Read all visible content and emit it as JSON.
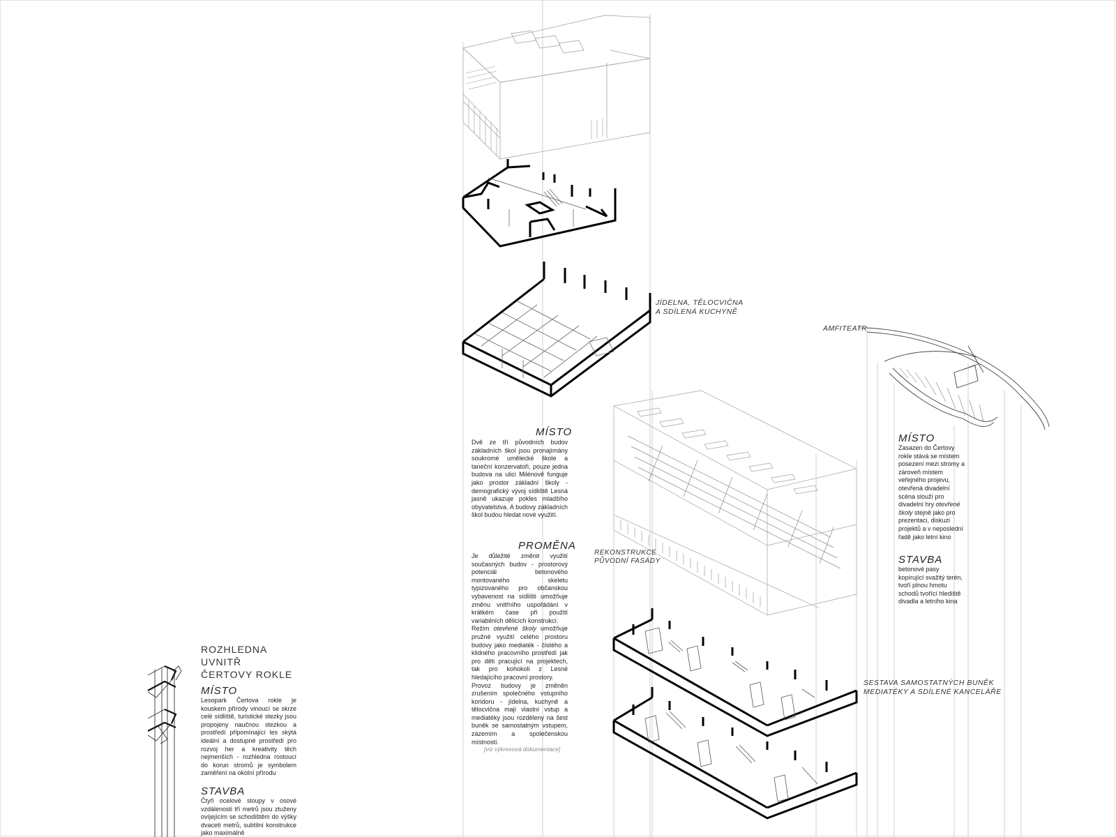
{
  "labels": {
    "jidelna": [
      "JÍDELNA, TĚLOCVIČNA",
      "A SDÍLENÁ KUCHYNĚ"
    ],
    "amfiteatr": "AMFITEATR",
    "rekonstrukce": [
      "REKONSTRUKCE",
      "PŮVODNÍ FASÁDY"
    ],
    "sestava": [
      "SESTAVA SAMOSTATNÝCH BUNĚK",
      "MEDIATÉKY A SDÍLENÉ KANCELÁŘE"
    ]
  },
  "school": {
    "misto_head": "MÍSTO",
    "misto_text": "Dvě ze tří původních budov základních škol jsou pronajímány soukromé umělecké škole a taneční konzervatoři, pouze jedna budova na ulici Milénově funguje jako prostor základní školy - demografický vývoj sídliště Lesná jasně ukazuje pokles mladšího obyvatelstva. A budovy základních škol budou hledat nové využití.",
    "promena_head": "PROMĚNA",
    "promena_p1": "Je důležité změnit využití současných budov - prostorový potenciál betonového montovaného skeletu typizovaného pro občanskou vybavenost na sídlišti umožňuje změnu vnitřního uspořádání v krátkém čase při použití variabilních dělicích konstrukcí.",
    "promena_p2_a": "Režim ",
    "promena_p2_em": "otevřené školy",
    "promena_p2_b": " umožňuje pružné využití celého prostoru budovy jako mediaték - čistého a klidného pracovního prostředí jak pro děti pracující na projektech, tak pro kohokoli z Lesné hledajícího pracovní prostory.",
    "promena_p3": "Provoz budovy je změněn zrušením společného vstupního koridoru - jídelna, kuchyně a tělocvična mají vlastní vstup a mediatéky jsou rozděleny na šest buněk se samostatným vstupem, zázemím a společenskou místností.",
    "note": "[viz výkresová dokumentace]"
  },
  "amfi": {
    "misto_head": "MÍSTO",
    "misto_text_a": "Zasazen do Čertovy rokle stává se místem posezení mezi stromy a zároveň místem veřejného projevu, otevřená divadelní scéna slouží pro divadelní hry ",
    "misto_text_em": "otevřené školy",
    "misto_text_b": " stejně jako pro prezentaci, diskuzi projektů a v neposlední řadě jako letní kino",
    "stavba_head": "STAVBA",
    "stavba_text": "betonové pasy kopírující svažitý terén, tvoří plnou hmotu schodů tvořící hlediště divadla a letního kina"
  },
  "rozhledna": {
    "title": [
      "ROZHLEDNA",
      "UVNITŘ",
      "ČERTOVY ROKLE"
    ],
    "misto_head": "MÍSTO",
    "misto_text": "Lesopark Čertova rokle je kouskem přírody vinoucí se skrze celé sídliště, turistické stezky jsou propojeny naučnou stezkou a prostředí připomínající les skýtá ideální a dostupné prostředí pro rozvoj her a kreativity těch nejmenších - rozhledna rostoucí do korun stromů je symbolem zaměření na okolní přírodu",
    "stavba_head": "STAVBA",
    "stavba_text": "Čtyři ocelové sloupy v osové vzdálenosti tří metrů jsou ztuženy ovíjejícím se schodištěm do výšky dvaceti metrů, subtilní konstrukce jako maximálně"
  }
}
